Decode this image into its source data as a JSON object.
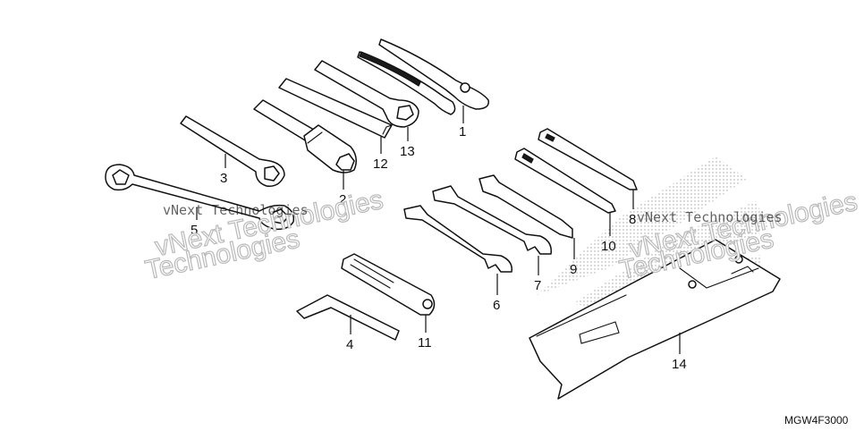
{
  "diagram": {
    "parts": [
      {
        "number": "1",
        "name": "pliers"
      },
      {
        "number": "2",
        "name": "spark plug wrench"
      },
      {
        "number": "3",
        "name": "box wrench"
      },
      {
        "number": "4",
        "name": "hex wrench"
      },
      {
        "number": "5",
        "name": "offset box wrench"
      },
      {
        "number": "6",
        "name": "open end wrench"
      },
      {
        "number": "7",
        "name": "open end wrench"
      },
      {
        "number": "8",
        "name": "screwdriver"
      },
      {
        "number": "9",
        "name": "open end wrench"
      },
      {
        "number": "10",
        "name": "screwdriver"
      },
      {
        "number": "11",
        "name": "handle"
      },
      {
        "number": "12",
        "name": "extension bar"
      },
      {
        "number": "13",
        "name": "box wrench"
      },
      {
        "number": "14",
        "name": "tool bag"
      }
    ],
    "diagram_code": "MGW4F3000"
  },
  "watermarks": {
    "brand_line1": "vNext Technologies",
    "brand_line2": "Technologies"
  }
}
